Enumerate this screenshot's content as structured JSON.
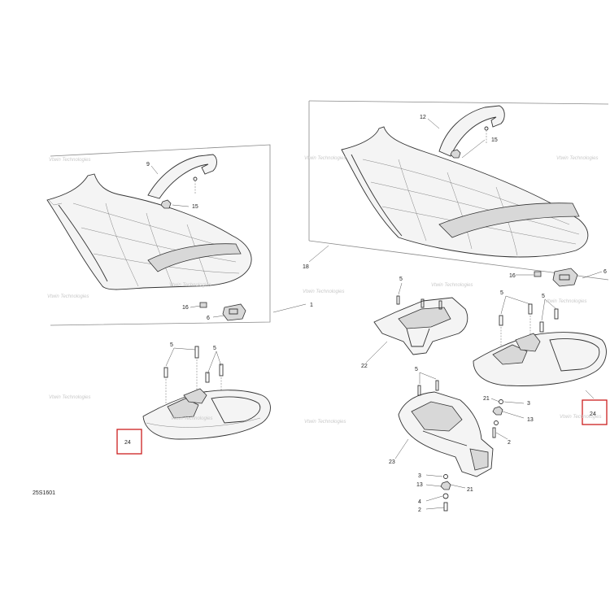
{
  "diagram_code": "25S1601",
  "watermark": "Vtwin Technologies",
  "callouts": {
    "left_seat": "1",
    "left_strap": "9",
    "left_nut": "15",
    "left_latch_16": "16",
    "left_latch_6": "6",
    "left_screw_5a": "5",
    "left_screw_5b": "5",
    "left_handle_24": "24",
    "right_seat": "18",
    "right_strap": "12",
    "right_nut": "15",
    "right_latch_16": "16",
    "right_latch_6": "6",
    "support_22": "22",
    "screw_5_top": "5",
    "screw_5_mid": "5",
    "screw_5_right": "5",
    "support_23": "23",
    "right_handle_24": "24",
    "hw_21a": "21",
    "hw_3a": "3",
    "hw_13a": "13",
    "hw_2a": "2",
    "hw_3b": "3",
    "hw_13b": "13",
    "hw_21b": "21",
    "hw_4": "4",
    "hw_2b": "2"
  }
}
